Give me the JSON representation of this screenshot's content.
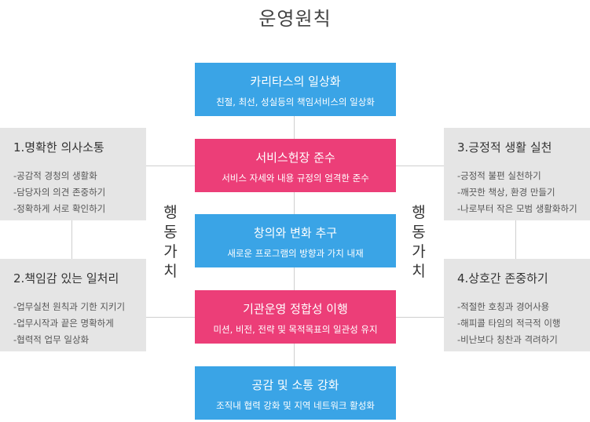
{
  "title": "운영원칙",
  "center_boxes": [
    {
      "title": "카리타스의 일상화",
      "subtitle": "친절, 최선, 성실등의 책임서비스의 일상화",
      "color": "#3aa4e6"
    },
    {
      "title": "서비스헌장 준수",
      "subtitle": "서비스 자세와 내용 규정의 엄격한 준수",
      "color": "#ec3e78"
    },
    {
      "title": "창의와 변화 추구",
      "subtitle": "새로운 프로그램의 방향과 가치 내재",
      "color": "#3aa4e6"
    },
    {
      "title": "기관운영 정합성 이행",
      "subtitle": "미션, 비전, 전략 및 목적목표의 일관성 유지",
      "color": "#ec3e78"
    },
    {
      "title": "공감 및 소통 강화",
      "subtitle": "조직내 협력 강화 및 지역 네트워크 활성화",
      "color": "#3aa4e6"
    }
  ],
  "side_boxes": [
    {
      "title": "1.명확한 의사소통",
      "items": [
        "-공감적 경청의 생활화",
        "-담당자의 의견 존중하기",
        "-정확하게 서로 확인하기"
      ]
    },
    {
      "title": "2.책임감 있는 일처리",
      "items": [
        "-업무실천 원칙과 기한 지키기",
        "-업무시작과 끝은 명확하게",
        "-협력적 업무 일상화"
      ]
    },
    {
      "title": "3.긍정적 생활 실천",
      "items": [
        "-긍정적 불편 실천하기",
        "-깨끗한 책상, 환경 만들기",
        "-나로부터 작은 모범 생활화하기"
      ]
    },
    {
      "title": "4.상호간 존중하기",
      "items": [
        "-적절한 호칭과 경어사용",
        "-해피콜 타임의 적극적 이행",
        "-비난보다 칭찬과 격려하기"
      ]
    }
  ],
  "vertical_label": [
    "행",
    "동",
    "가",
    "치"
  ]
}
